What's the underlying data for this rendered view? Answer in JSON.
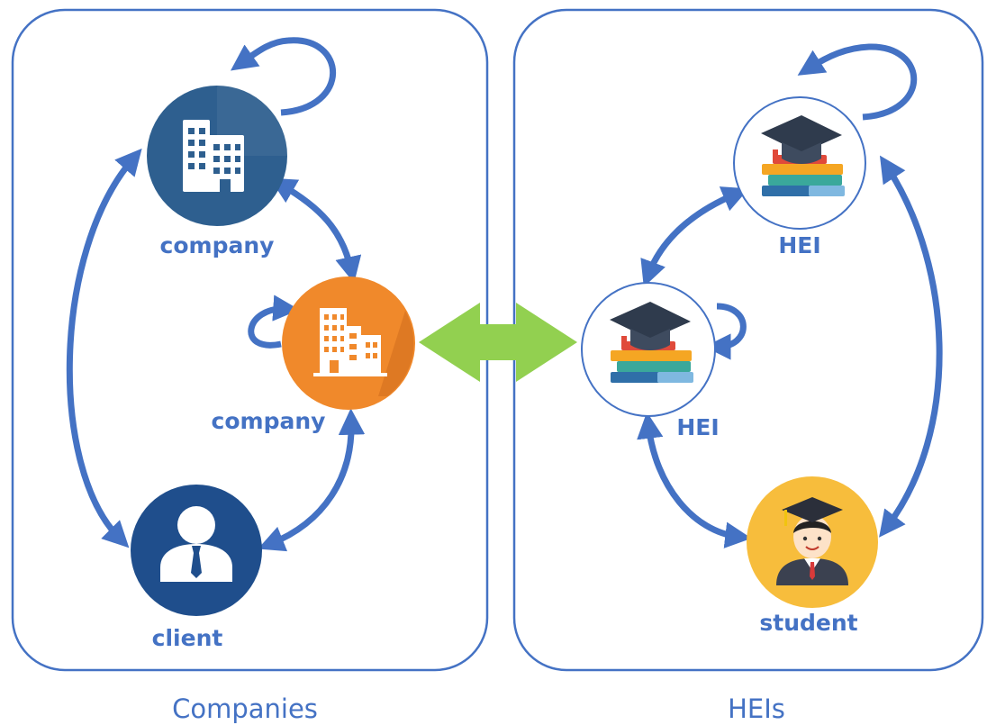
{
  "groups": {
    "companies": {
      "label": "Companies"
    },
    "heis": {
      "label": "HEIs"
    }
  },
  "nodes": {
    "company_top": {
      "label": "company",
      "icon": "office-building-icon"
    },
    "company_center": {
      "label": "company",
      "icon": "office-buildings-icon"
    },
    "client": {
      "label": "client",
      "icon": "business-person-icon"
    },
    "hei_top": {
      "label": "HEI",
      "icon": "graduation-cap-books-icon"
    },
    "hei_center": {
      "label": "HEI",
      "icon": "graduation-cap-books-icon"
    },
    "student": {
      "label": "student",
      "icon": "graduate-student-icon"
    }
  },
  "colors": {
    "frame": "#4472c4",
    "arrow": "#4472c4",
    "bridge_arrow": "#92d050",
    "company_top_fill": "#2e5f8f",
    "company_center_fill": "#f0892b",
    "client_fill": "#1f4e8c",
    "student_fill": "#f7bd3c"
  }
}
